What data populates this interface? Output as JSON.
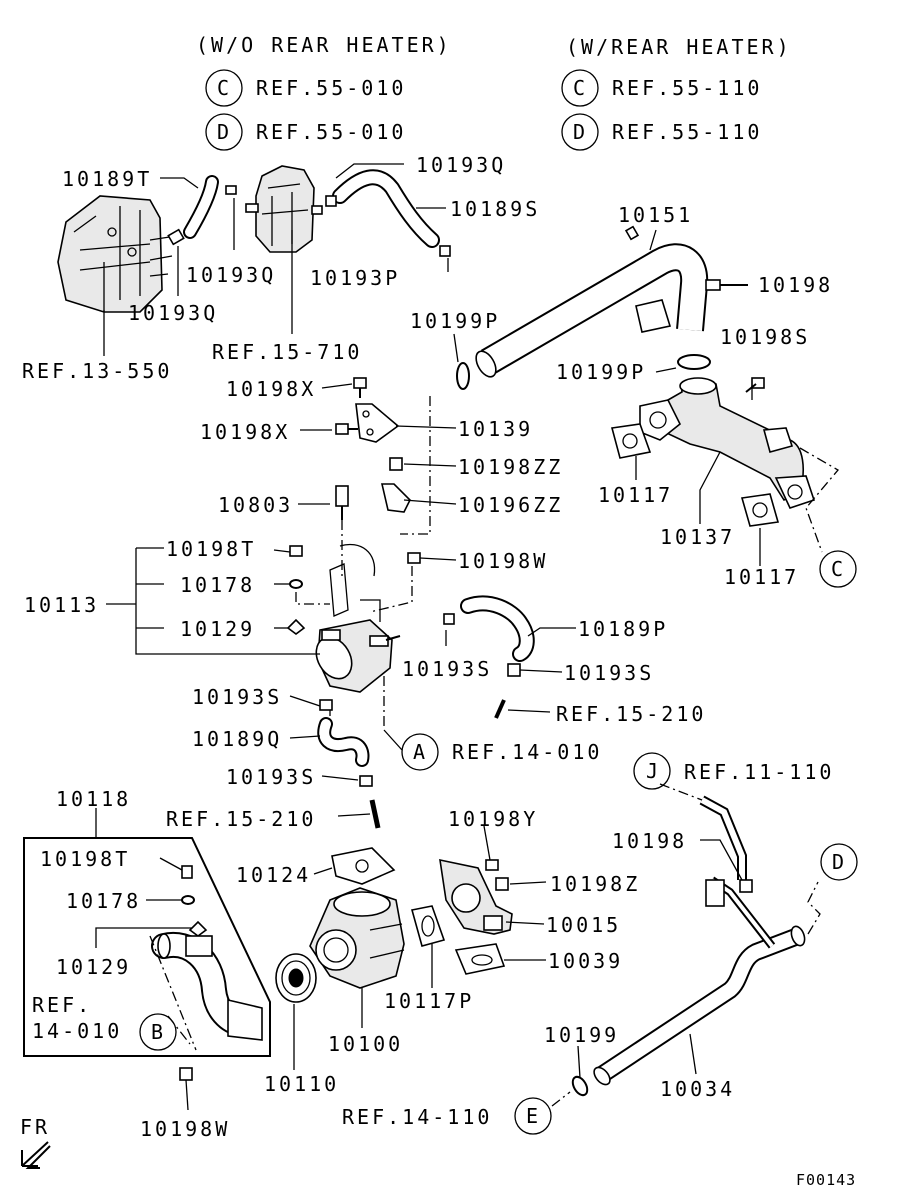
{
  "header": {
    "wo_title": "(W/O REAR HEATER)",
    "w_title": "(W/REAR HEATER)",
    "wo_c": {
      "letter": "C",
      "ref": "REF.55-010"
    },
    "wo_d": {
      "letter": "D",
      "ref": "REF.55-010"
    },
    "w_c": {
      "letter": "C",
      "ref": "REF.55-110"
    },
    "w_d": {
      "letter": "D",
      "ref": "REF.55-110"
    }
  },
  "labels": {
    "p10189T": "10189T",
    "p10193Q_a": "10193Q",
    "p10193Q_b": "10193Q",
    "p10193Q_c": "10193Q",
    "p10189S": "10189S",
    "p10151": "10151",
    "p10198_a": "10198",
    "p10193P": "10193P",
    "p10199P_a": "10199P",
    "p10198S": "10198S",
    "p10199P_b": "10199P",
    "ref13550": "REF.13-550",
    "ref15710": "REF.15-710",
    "p10198X_a": "10198X",
    "p10198X_b": "10198X",
    "p10139": "10139",
    "p10198ZZ": "10198ZZ",
    "p10803": "10803",
    "p10196ZZ": "10196ZZ",
    "p10117_a": "10117",
    "p10137": "10137",
    "p10117_b": "10117",
    "p10198T_a": "10198T",
    "p10178_a": "10178",
    "p10113": "10113",
    "p10129_a": "10129",
    "p10198W_a": "10198W",
    "p10189P": "10189P",
    "p10193S_a": "10193S",
    "p10193S_b": "10193S",
    "p10193S_c": "10193S",
    "ref15210_a": "REF.15-210",
    "p10189Q": "10189Q",
    "ref14010_a": "REF.14-010",
    "p10193S_d": "10193S",
    "ref11110": "REF.11-110",
    "p10118": "10118",
    "ref15210_b": "REF.15-210",
    "p10198Y": "10198Y",
    "p10198_b": "10198",
    "p10198T_b": "10198T",
    "p10124": "10124",
    "p10198Z": "10198Z",
    "p10178_b": "10178",
    "p10015": "10015",
    "p10129_b": "10129",
    "p10039": "10039",
    "ref14010_b_line1": "REF.",
    "ref14010_b_line2": "14-010",
    "p10117P": "10117P",
    "p10100": "10100",
    "p10110": "10110",
    "p10199": "10199",
    "p10034": "10034",
    "p10198W_b": "10198W",
    "ref14110": "REF.14-110",
    "fr": "FR",
    "fig_code": "F00143"
  },
  "callouts": {
    "c": "C",
    "a": "A",
    "j": "J",
    "d": "D",
    "b": "B",
    "e": "E"
  }
}
